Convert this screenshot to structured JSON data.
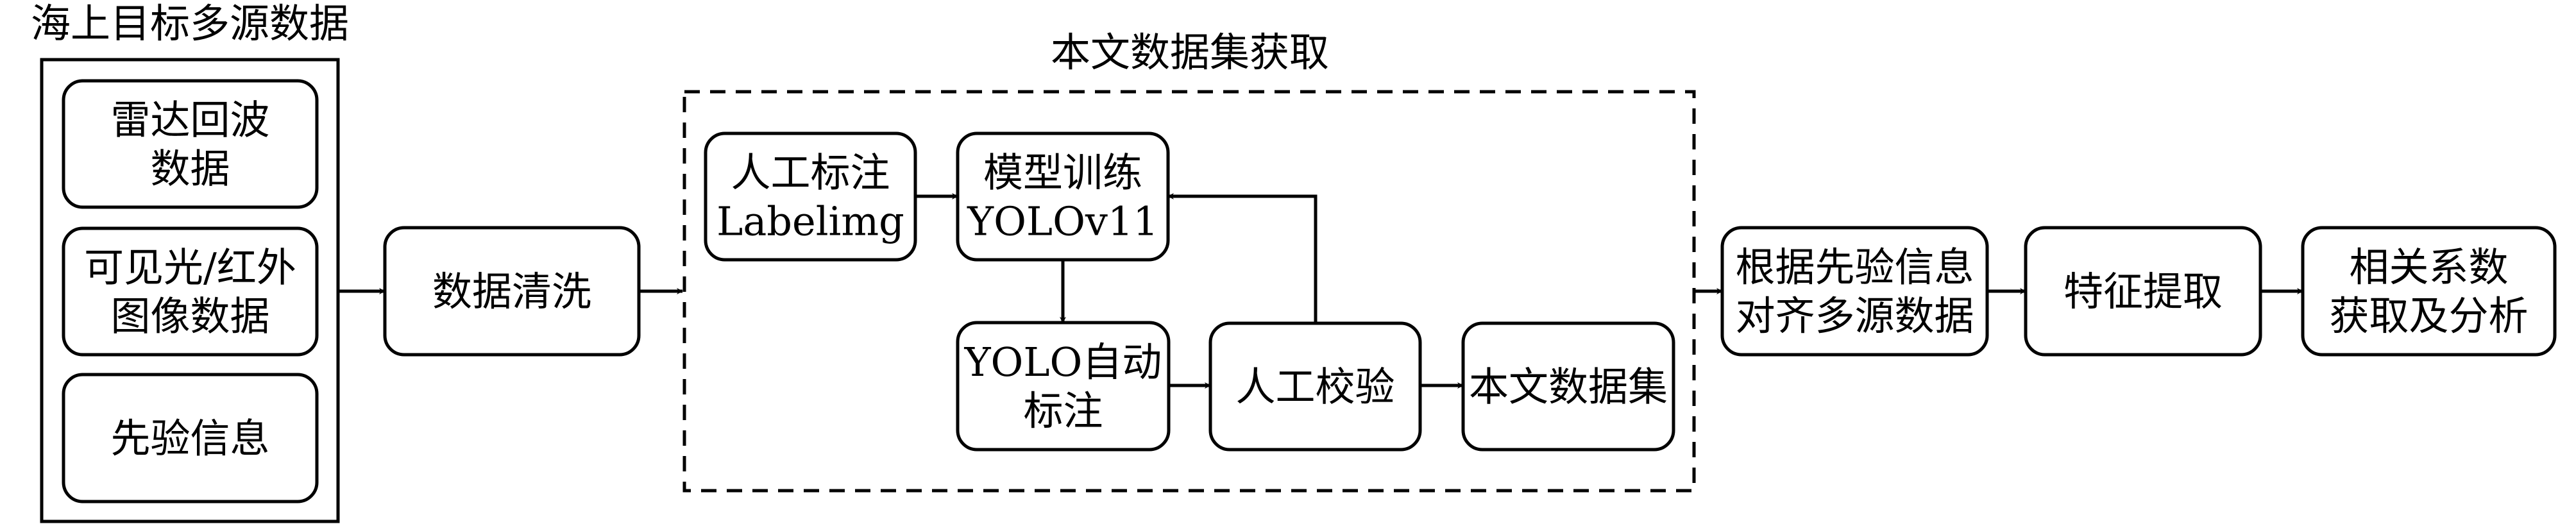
{
  "diagram": {
    "colors": {
      "stroke": "#000000",
      "fill": "#ffffff",
      "text": "#000000"
    },
    "groups": {
      "source_data": {
        "title": "海上目标多源数据",
        "border": "solid"
      },
      "dataset_acquisition": {
        "title": "本文数据集获取",
        "border": "dashed"
      }
    },
    "nodes": {
      "radar": {
        "lines": [
          "雷达回波",
          "数据"
        ]
      },
      "image": {
        "lines": [
          "可见光/红外",
          "图像数据"
        ]
      },
      "prior": {
        "lines": [
          "先验信息"
        ]
      },
      "cleaning": {
        "lines": [
          "数据清洗"
        ]
      },
      "manual_label": {
        "lines": [
          "人工标注",
          "Labelimg"
        ]
      },
      "train": {
        "lines": [
          "模型训练",
          "YOLOv11"
        ]
      },
      "auto_label": {
        "lines": [
          "YOLO自动",
          "标注"
        ]
      },
      "manual_check": {
        "lines": [
          "人工校验"
        ]
      },
      "dataset": {
        "lines": [
          "本文数据集"
        ]
      },
      "align": {
        "lines": [
          "根据先验信息",
          "对齐多源数据"
        ]
      },
      "feature": {
        "lines": [
          "特征提取"
        ]
      },
      "correlation": {
        "lines": [
          "相关系数",
          "获取及分析"
        ]
      }
    },
    "edges": [
      {
        "from": "source_data",
        "to": "cleaning"
      },
      {
        "from": "cleaning",
        "to": "dataset_acquisition"
      },
      {
        "from": "manual_label",
        "to": "train"
      },
      {
        "from": "train",
        "to": "auto_label"
      },
      {
        "from": "auto_label",
        "to": "manual_check"
      },
      {
        "from": "manual_check",
        "to": "train"
      },
      {
        "from": "manual_check",
        "to": "dataset"
      },
      {
        "from": "dataset_acquisition",
        "to": "align"
      },
      {
        "from": "align",
        "to": "feature"
      },
      {
        "from": "feature",
        "to": "correlation"
      }
    ]
  }
}
